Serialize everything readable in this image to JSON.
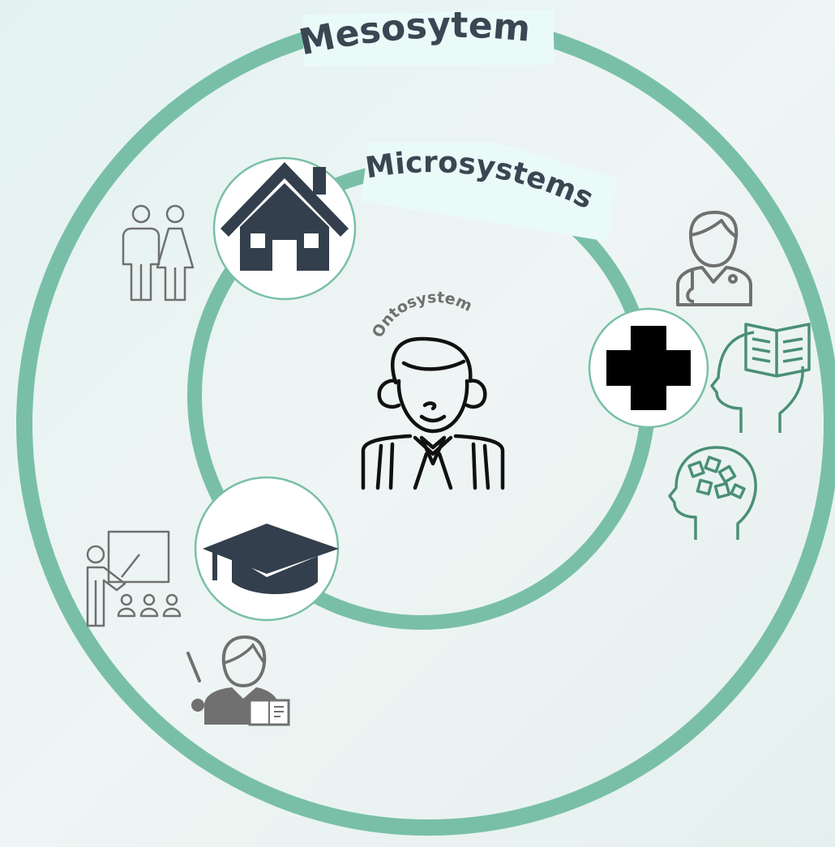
{
  "diagram": {
    "outer_label": "Mesosytem",
    "inner_label": "Microsystems",
    "center_label": "Ontosystem",
    "ring_color": "#79bfa8",
    "label_box_color": "#eafaf9",
    "icon_dark": "#333f4c",
    "icon_gray": "#707070",
    "icon_green": "#4a8f77",
    "nodes": [
      {
        "name": "home",
        "icon": "house-icon"
      },
      {
        "name": "health",
        "icon": "medical-cross-icon"
      },
      {
        "name": "school",
        "icon": "graduation-cap-icon"
      }
    ],
    "people": [
      "parents-icon",
      "doctor-icon",
      "reading-mind-icon",
      "puzzle-mind-icon",
      "classroom-teacher-icon",
      "teacher-icon",
      "child-icon"
    ]
  }
}
